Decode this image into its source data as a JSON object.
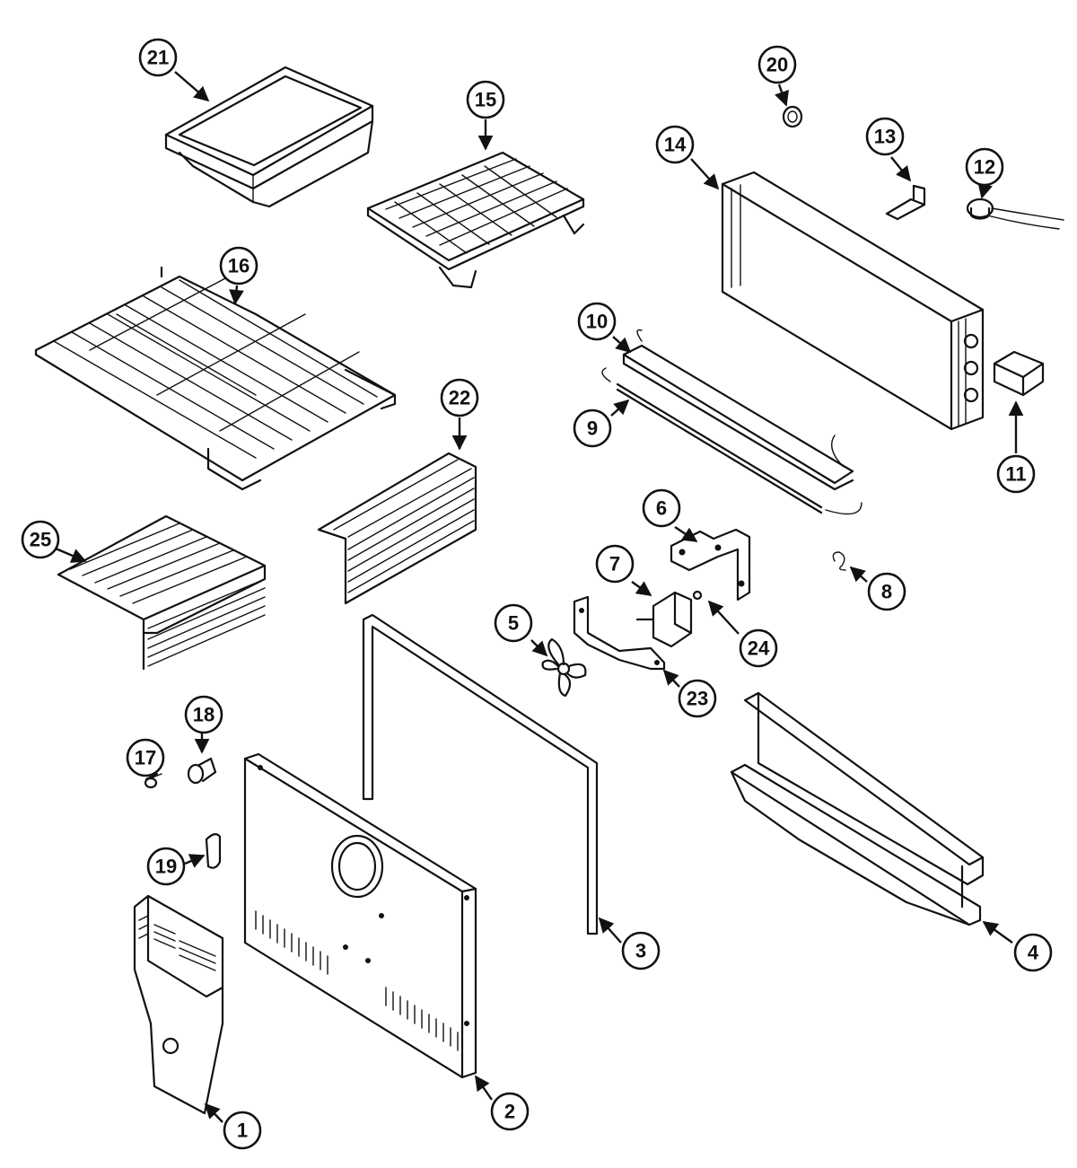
{
  "callouts": [
    {
      "id": "c1",
      "label": "1"
    },
    {
      "id": "c2",
      "label": "2"
    },
    {
      "id": "c3",
      "label": "3"
    },
    {
      "id": "c4",
      "label": "4"
    },
    {
      "id": "c5",
      "label": "5"
    },
    {
      "id": "c6",
      "label": "6"
    },
    {
      "id": "c7",
      "label": "7"
    },
    {
      "id": "c8",
      "label": "8"
    },
    {
      "id": "c9",
      "label": "9"
    },
    {
      "id": "c10",
      "label": "10"
    },
    {
      "id": "c11",
      "label": "11"
    },
    {
      "id": "c12",
      "label": "12"
    },
    {
      "id": "c13",
      "label": "13"
    },
    {
      "id": "c14",
      "label": "14"
    },
    {
      "id": "c15",
      "label": "15"
    },
    {
      "id": "c16",
      "label": "16"
    },
    {
      "id": "c17",
      "label": "17"
    },
    {
      "id": "c18",
      "label": "18"
    },
    {
      "id": "c19",
      "label": "19"
    },
    {
      "id": "c20",
      "label": "20"
    },
    {
      "id": "c21",
      "label": "21"
    },
    {
      "id": "c22",
      "label": "22"
    },
    {
      "id": "c23",
      "label": "23"
    },
    {
      "id": "c24",
      "label": "24"
    },
    {
      "id": "c25",
      "label": "25"
    }
  ],
  "colors": {
    "ink": "#111111",
    "background": "#ffffff"
  }
}
